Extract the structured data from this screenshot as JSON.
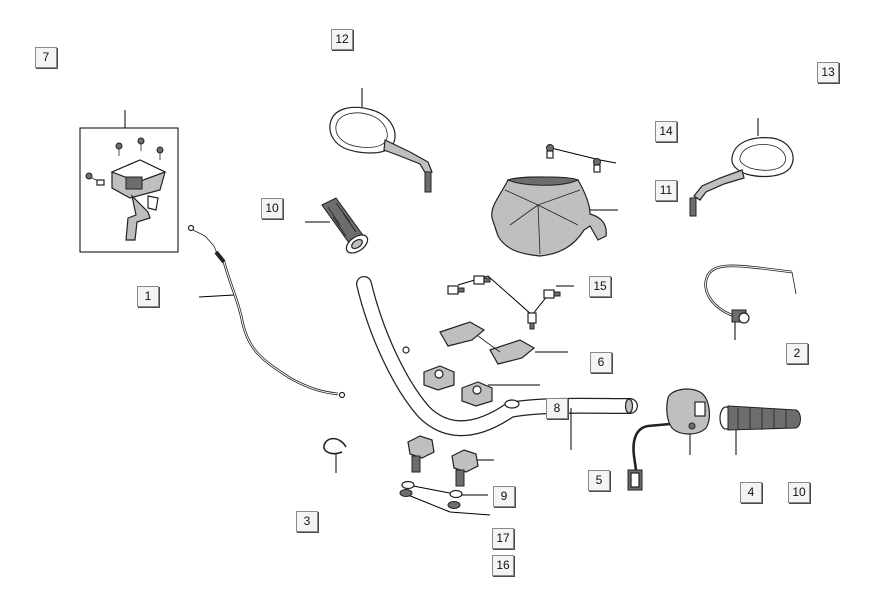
{
  "diagram": {
    "callouts": [
      {
        "id": "c7",
        "label": "7"
      },
      {
        "id": "c12",
        "label": "12"
      },
      {
        "id": "c13",
        "label": "13"
      },
      {
        "id": "c14",
        "label": "14"
      },
      {
        "id": "c11",
        "label": "11"
      },
      {
        "id": "c10a",
        "label": "10"
      },
      {
        "id": "c1",
        "label": "1"
      },
      {
        "id": "c15",
        "label": "15"
      },
      {
        "id": "c2",
        "label": "2"
      },
      {
        "id": "c6",
        "label": "6"
      },
      {
        "id": "c8",
        "label": "8"
      },
      {
        "id": "c5",
        "label": "5"
      },
      {
        "id": "c4",
        "label": "4"
      },
      {
        "id": "c10b",
        "label": "10"
      },
      {
        "id": "c9",
        "label": "9"
      },
      {
        "id": "c3",
        "label": "3"
      },
      {
        "id": "c17",
        "label": "17"
      },
      {
        "id": "c16",
        "label": "16"
      }
    ]
  }
}
